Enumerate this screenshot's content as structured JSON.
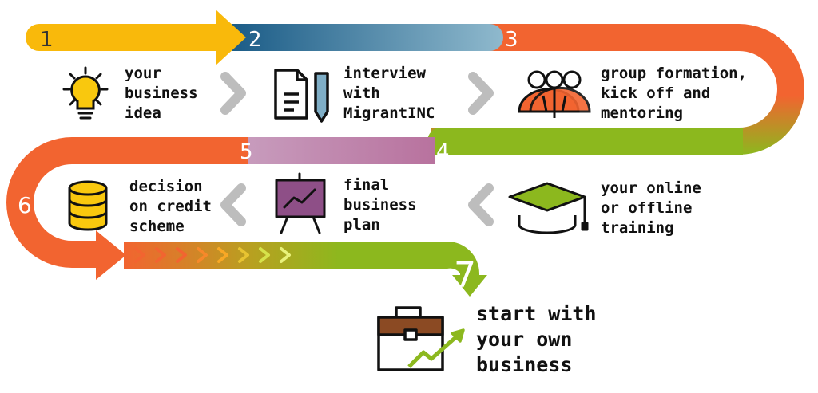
{
  "steps": [
    {
      "number": "1",
      "label": "your\nbusiness\nidea",
      "icon": "lightbulb-icon",
      "color": "#F9B90B"
    },
    {
      "number": "2",
      "label": "interview\nwith\nMigrantINC",
      "icon": "document-pen-icon",
      "color": "#1B5C87"
    },
    {
      "number": "3",
      "label": "group formation,\nkick off and\nmentoring",
      "icon": "group-people-icon",
      "color": "#F26430"
    },
    {
      "number": "4",
      "label": "your online\nor offline\ntraining",
      "icon": "graduation-cap-icon",
      "color": "#8CB81E"
    },
    {
      "number": "5",
      "label": "final\nbusiness\nplan",
      "icon": "presentation-chart-icon",
      "color": "#B8729E"
    },
    {
      "number": "6",
      "label": "decision\non credit\nscheme",
      "icon": "coin-stack-icon",
      "color": "#F26430"
    },
    {
      "number": "7",
      "label": "start with\nyour own\nbusiness",
      "icon": "briefcase-growth-icon",
      "color": "#8CB81E"
    }
  ],
  "colors": {
    "yellow": "#F9B90B",
    "blue_dark": "#1B5C87",
    "blue_light": "#7FAEC6",
    "orange": "#F26430",
    "green": "#8CB81E",
    "purple": "#B8729E",
    "chevron_grey": "#BDBDBD",
    "icon_outline": "#111111",
    "bulb_yellow": "#F9C80E",
    "people_orange": "#F26430",
    "cap_green": "#8CB81E",
    "board_purple": "#8E4F87",
    "coin_yellow": "#F9C80E",
    "briefcase_brown": "#8B4A23"
  },
  "connector_icon": "chevron-arrow-icon"
}
